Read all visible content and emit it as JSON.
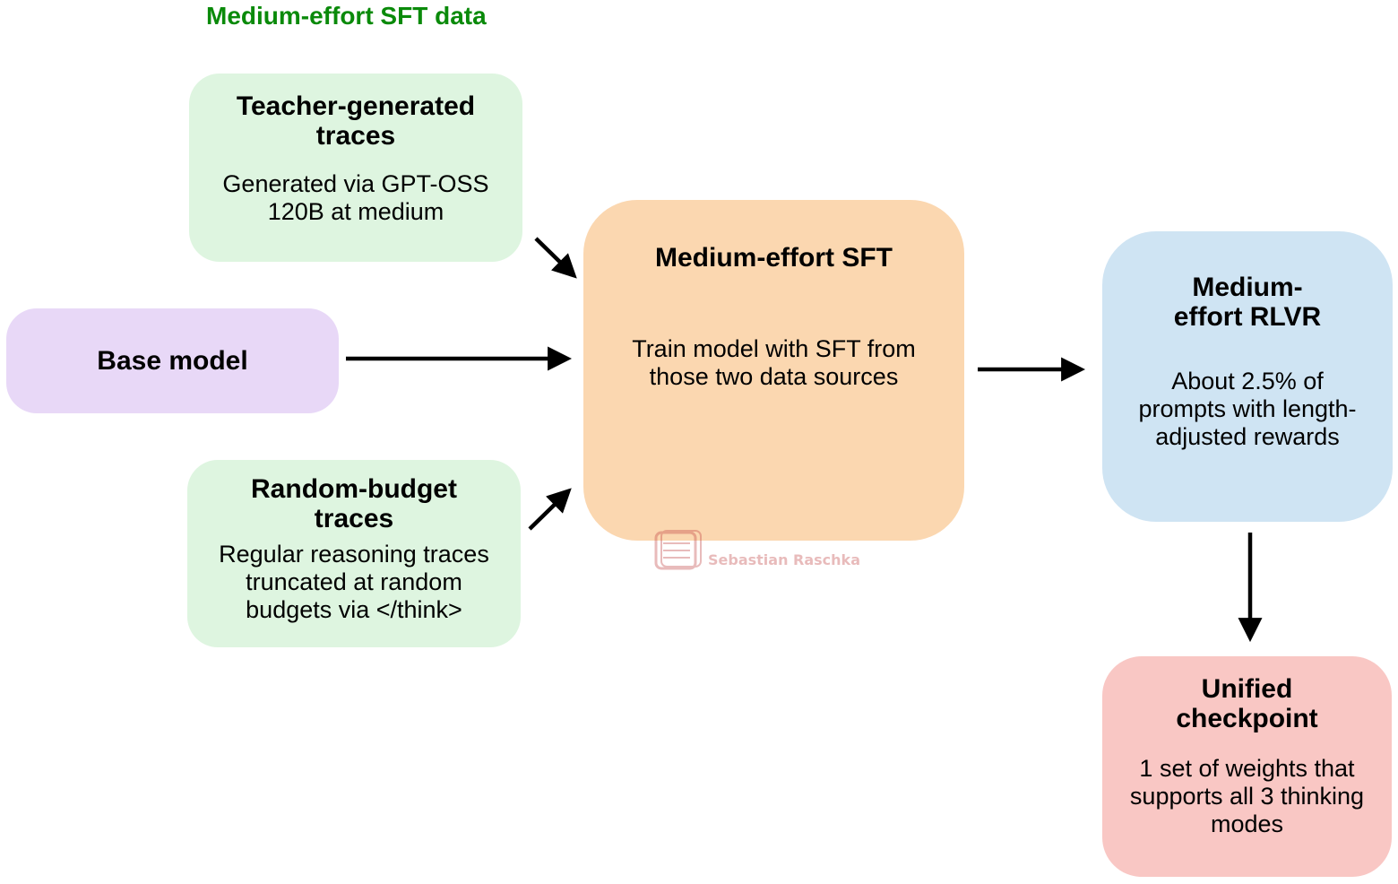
{
  "section_title": "Medium-effort SFT data",
  "colors": {
    "section_title": "#0a8a0a",
    "green_box": "#def5e0",
    "purple_box": "#e8d8f7",
    "orange_box": "#fbd7b0",
    "blue_box": "#cfe4f3",
    "red_box": "#f9c7c4",
    "arrow": "#000000"
  },
  "boxes": {
    "teacher": {
      "title": "Teacher-generated traces",
      "desc": "Generated via GPT-OSS 120B at medium"
    },
    "base": {
      "title": "Base model"
    },
    "random": {
      "title": "Random-budget traces",
      "desc": "Regular reasoning traces truncated at random budgets via </think>"
    },
    "sft": {
      "title": "Medium-effort SFT",
      "desc": "Train model with SFT from those two data sources"
    },
    "rlvr": {
      "title": "Medium-effort RLVR",
      "desc": "About 2.5% of prompts with length-adjusted rewards"
    },
    "checkpoint": {
      "title": "Unified checkpoint",
      "desc": "1 set of weights that supports all 3 thinking modes"
    }
  },
  "edges": [
    {
      "from": "teacher",
      "to": "sft"
    },
    {
      "from": "base",
      "to": "sft"
    },
    {
      "from": "random",
      "to": "sft"
    },
    {
      "from": "sft",
      "to": "rlvr"
    },
    {
      "from": "rlvr",
      "to": "checkpoint"
    }
  ],
  "watermark": "Sebastian Raschka"
}
